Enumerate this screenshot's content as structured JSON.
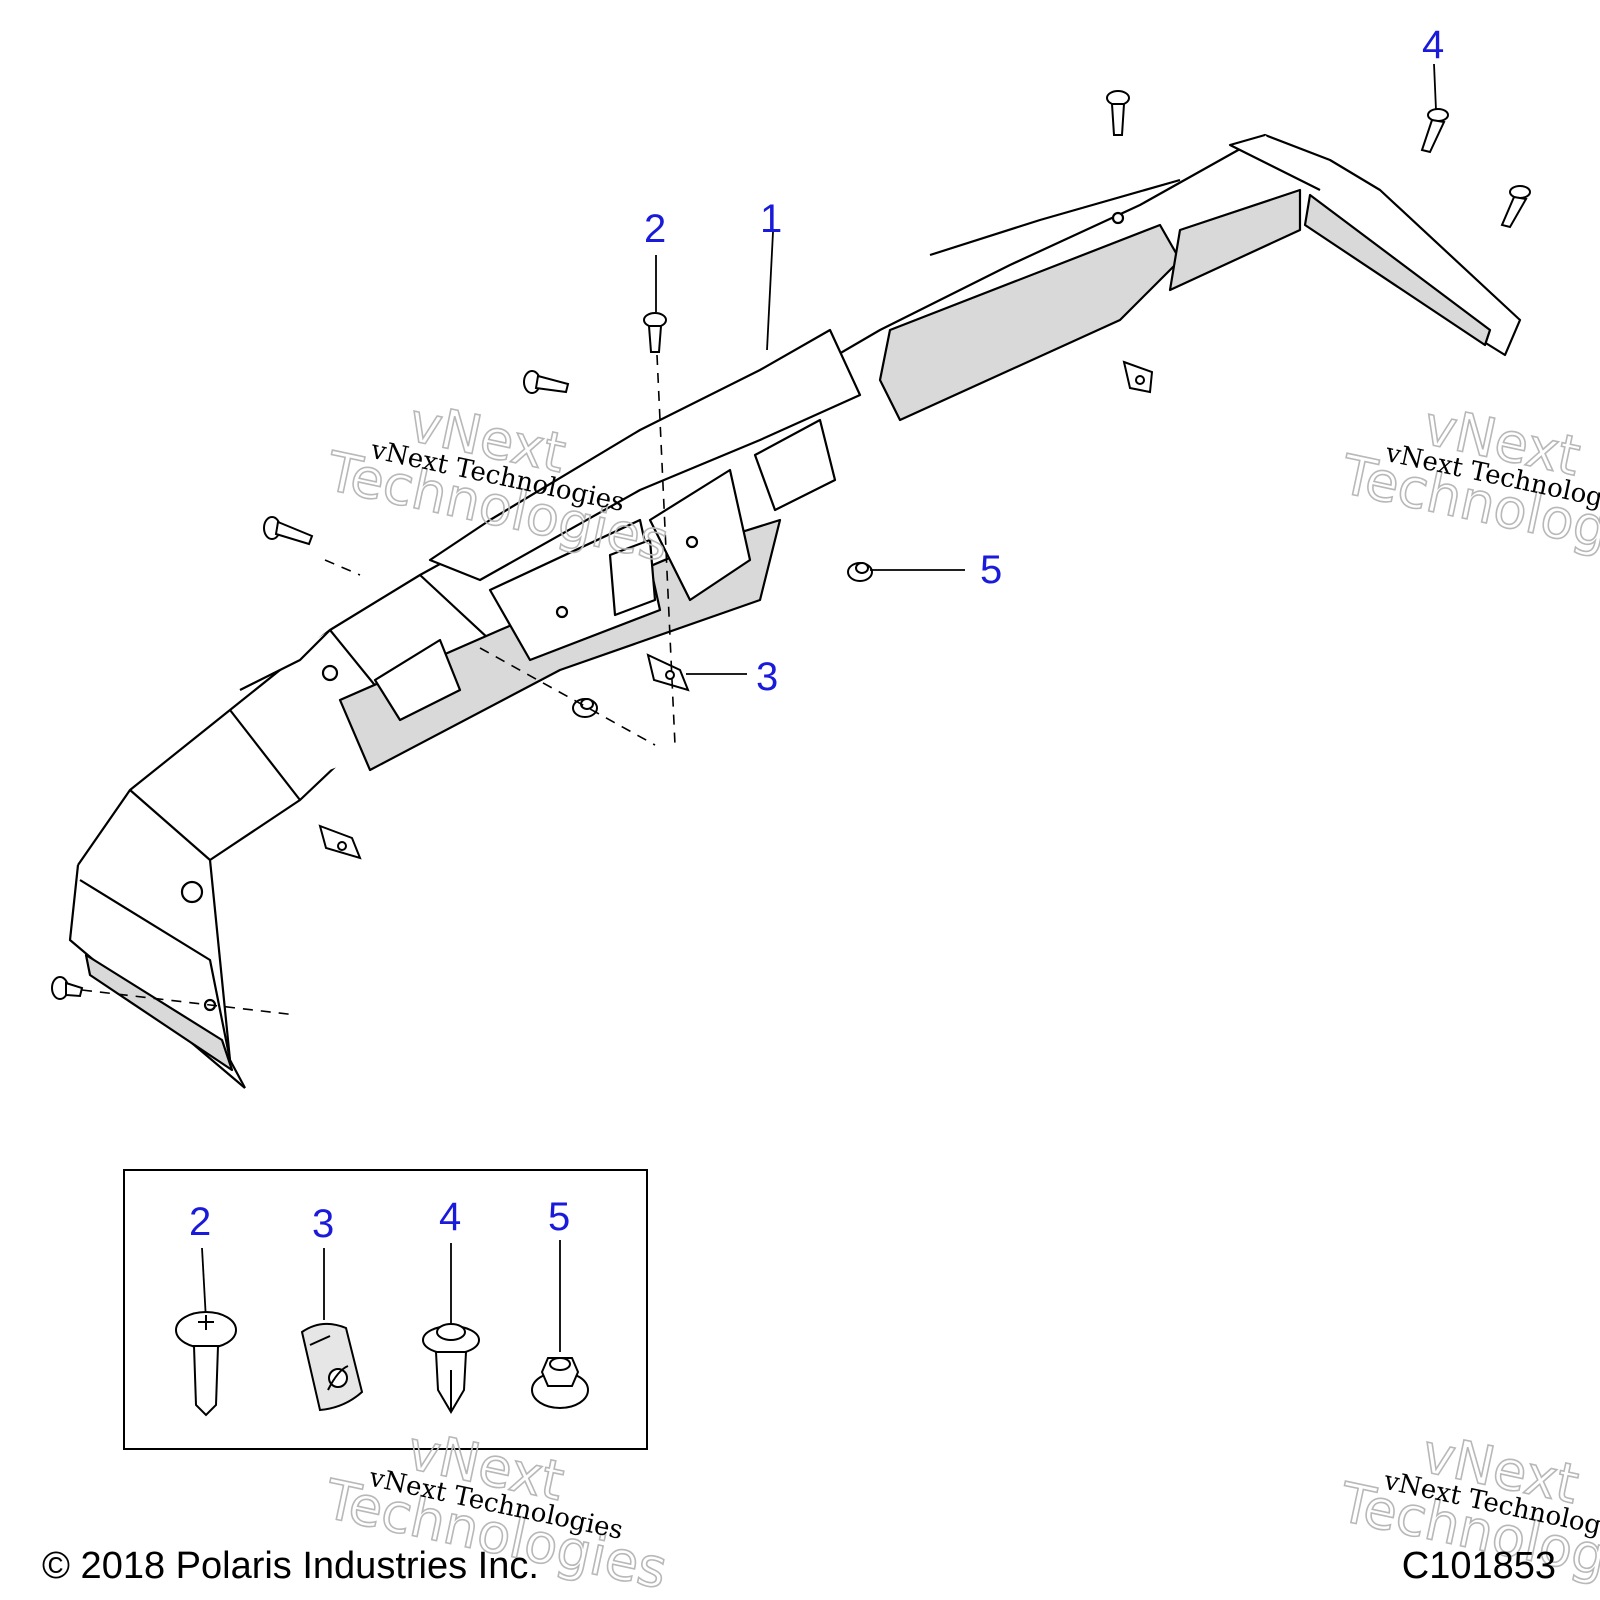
{
  "diagram": {
    "callouts": {
      "part1": "1",
      "part2": "2",
      "part3": "3",
      "part4": "4",
      "part5": "5"
    },
    "legend": {
      "part2": "2",
      "part3": "3",
      "part4": "4",
      "part5": "5"
    },
    "watermark_small": "vNext Technologies",
    "watermark_large_1": "vNext",
    "watermark_large_2": "Technologies",
    "footer": {
      "copyright": "© 2018 Polaris Industries Inc.",
      "code": "C101853"
    },
    "colors": {
      "callout": "#1a1adb",
      "fill": "#d9d9d9",
      "line": "#000000"
    }
  }
}
